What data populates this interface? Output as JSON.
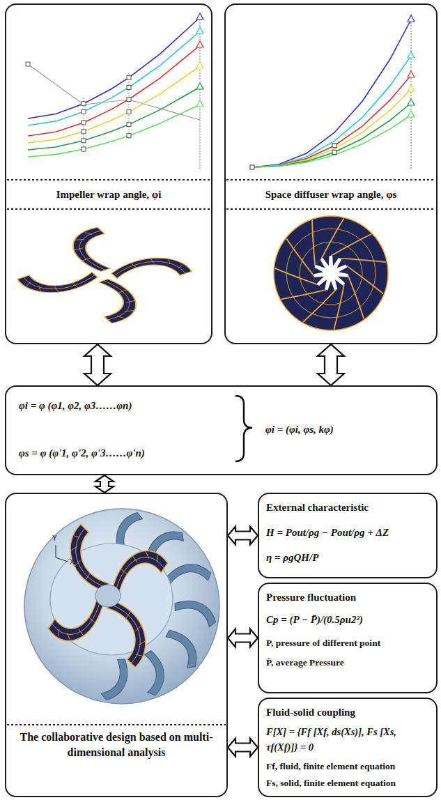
{
  "diagram": {
    "nodes": [
      {
        "text": [
          "Impeller wrap angle, φi"
        ]
      },
      {
        "text": [
          "Space diffuser wrap angle, φs"
        ]
      },
      {
        "text": [
          "φi = φ (φ1, φ2, φ3……φn)",
          "φs = φ (φ'1, φ'2, φ'3……φ'n)",
          "φi = (φi, φs, kφ)"
        ]
      },
      {
        "text": [
          "The collaborative design based on multi-dimensional analysis"
        ]
      },
      {
        "text": [
          "External characteristic",
          "H = Pout/ρg − Pout/ρg + ΔZ",
          "η = ρgQH/P"
        ]
      },
      {
        "text": [
          "Pressure fluctuation",
          "Cp = (P − P̄)/(0.5ρu2²)",
          "P, pressure of different point",
          "P̄, average Pressure"
        ]
      },
      {
        "text": [
          "Fluid-solid coupling",
          "F[X] = {Ff [Xf, ds(Xs)], Fs [Xs, τf(Xf)]} = 0",
          "Ff, fluid, finite element equation",
          "Fs, solid, finite element equation"
        ]
      }
    ],
    "edges": [
      {
        "from": 0,
        "to": 2,
        "arrow": "both"
      },
      {
        "from": 1,
        "to": 2,
        "arrow": "both"
      },
      {
        "from": 2,
        "to": 3,
        "arrow": "both"
      },
      {
        "from": 3,
        "to": 4,
        "arrow": "both"
      },
      {
        "from": 3,
        "to": 5,
        "arrow": "both"
      },
      {
        "from": 3,
        "to": 6,
        "arrow": "both"
      }
    ],
    "labels": [
      "Y",
      "X"
    ]
  }
}
